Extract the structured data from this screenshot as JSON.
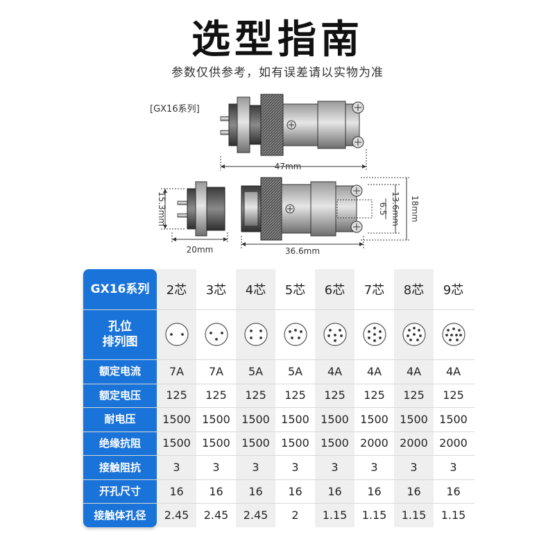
{
  "title": "选型指南",
  "subtitle": "参数仅供参考，如有误差请以实物为准",
  "drawing": {
    "series_tag": "[GX16系列]",
    "dims": {
      "total_length": "47mm",
      "front_height": "15.3mm",
      "front_length": "20mm",
      "side_length": "36.6mm",
      "side_h1": "6.5",
      "side_h2": "13.6mm",
      "side_h3": "18mm"
    }
  },
  "table": {
    "header_label": "GX16系列",
    "cores": [
      "2芯",
      "3芯",
      "4芯",
      "5芯",
      "6芯",
      "7芯",
      "8芯",
      "9芯"
    ],
    "pin_layout_label_1": "孔位",
    "pin_layout_label_2": "排列图",
    "pin_counts": [
      2,
      3,
      4,
      5,
      6,
      7,
      8,
      9
    ],
    "rows": [
      {
        "label": "额定电流",
        "values": [
          "7A",
          "7A",
          "5A",
          "5A",
          "4A",
          "4A",
          "4A",
          "4A"
        ]
      },
      {
        "label": "额定电压",
        "values": [
          "125",
          "125",
          "125",
          "125",
          "125",
          "125",
          "125",
          "125"
        ]
      },
      {
        "label": "耐电压",
        "values": [
          "1500",
          "1500",
          "1500",
          "1500",
          "1500",
          "1500",
          "1500",
          "1500"
        ]
      },
      {
        "label": "绝缘抗阻",
        "values": [
          "1500",
          "1500",
          "1500",
          "1500",
          "1500",
          "2000",
          "2000",
          "2000"
        ]
      },
      {
        "label": "接触阻抗",
        "values": [
          "3",
          "3",
          "3",
          "3",
          "3",
          "3",
          "3",
          "3"
        ]
      },
      {
        "label": "开孔尺寸",
        "values": [
          "16",
          "16",
          "16",
          "16",
          "16",
          "16",
          "16",
          "16"
        ]
      },
      {
        "label": "接触体孔径",
        "values": [
          "2.45",
          "2.45",
          "2.45",
          "2",
          "1.15",
          "1.15",
          "1.15",
          "1.15"
        ]
      }
    ]
  },
  "colors": {
    "header_blue": "#1a73d9",
    "metal": "#6b6b6b"
  }
}
